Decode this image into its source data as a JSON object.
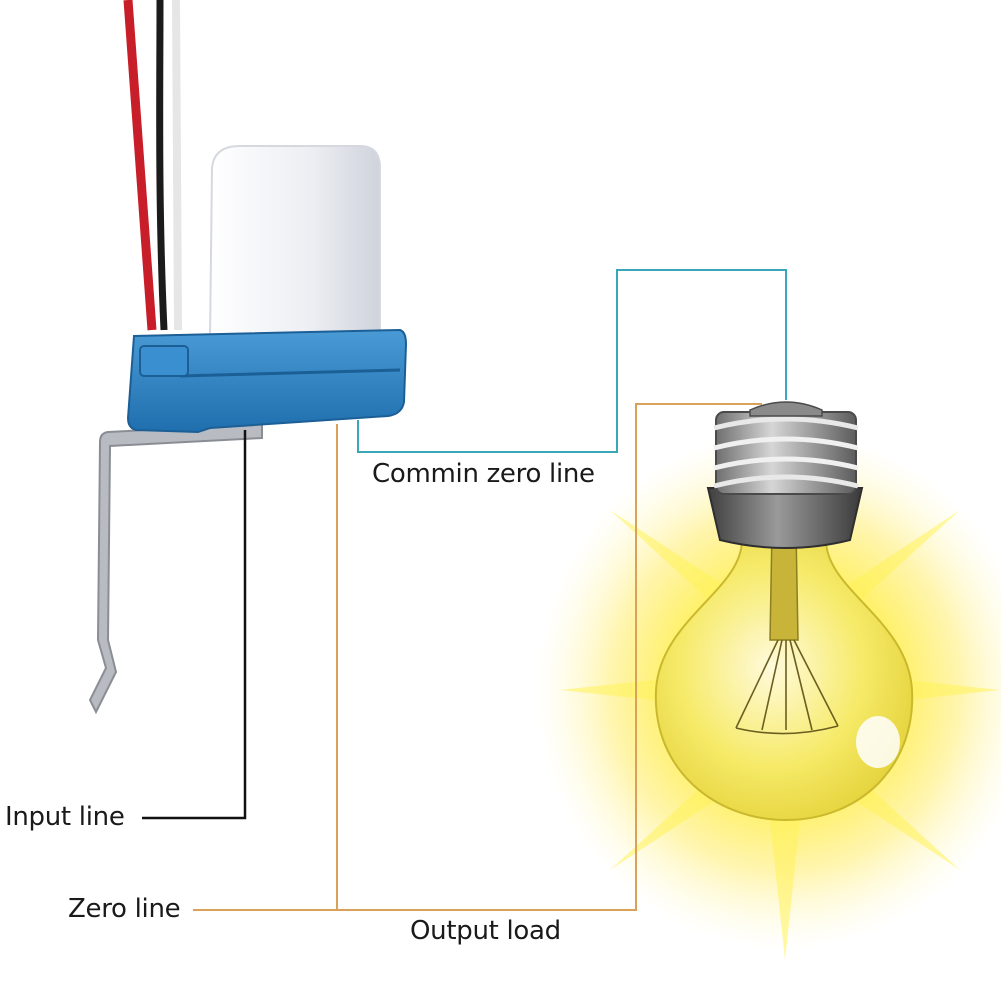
{
  "labels": {
    "common_zero_line": "Commin zero line",
    "input_line": "Input line",
    "zero_line": "Zero line",
    "output_load": "Output load"
  },
  "wire_colors": {
    "input_line": "#111111",
    "zero_line": "#d9a15a",
    "output_load": "#d9a15a",
    "common_zero_line": "#3aa7b8",
    "sensor_red_wire": "#c81e2a",
    "sensor_black_wire": "#1b1b1b",
    "sensor_white_wire": "#e8e8e8"
  },
  "components": {
    "photocell_sensor": {
      "cap_color": "#f1f1f4",
      "base_color": "#2f86c9",
      "icon": "photocell-sensor-icon"
    },
    "light_bulb": {
      "glow_color": "#ffe94d",
      "glass_color": "#f7ec7a",
      "base_color": "#9a9a9a",
      "icon": "light-bulb-icon"
    }
  }
}
